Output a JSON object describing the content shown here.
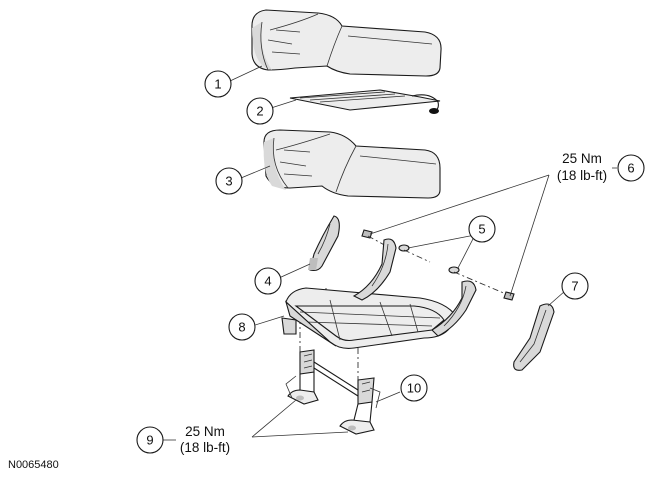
{
  "figure_id": "N0065480",
  "callouts": [
    "1",
    "2",
    "3",
    "4",
    "5",
    "6",
    "7",
    "8",
    "9",
    "10"
  ],
  "torque_6": {
    "line1": "25 Nm",
    "line2": "(18 lb-ft)"
  },
  "torque_9": {
    "line1": "25 Nm",
    "line2": "(18 lb-ft)"
  }
}
